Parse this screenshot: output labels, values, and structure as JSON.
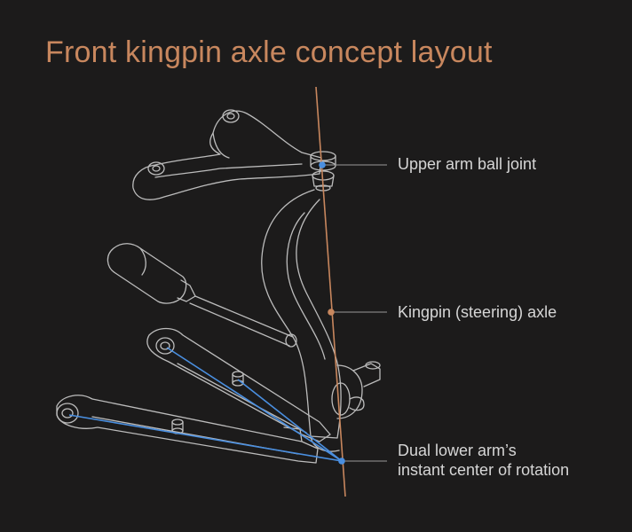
{
  "title": "Front kingpin axle concept layout",
  "labels": {
    "upper_ball_joint": "Upper arm ball joint",
    "kingpin_axle": "Kingpin (steering) axle",
    "instant_center_line1": "Dual lower arm’s",
    "instant_center_line2": "instant center of rotation"
  },
  "colors": {
    "background": "#1c1b1b",
    "title": "#c8875e",
    "axis_line": "#c8875e",
    "blue_points": "#4a8fe0",
    "outline": "#d9d9d9",
    "label_text": "#d6d6d6"
  }
}
